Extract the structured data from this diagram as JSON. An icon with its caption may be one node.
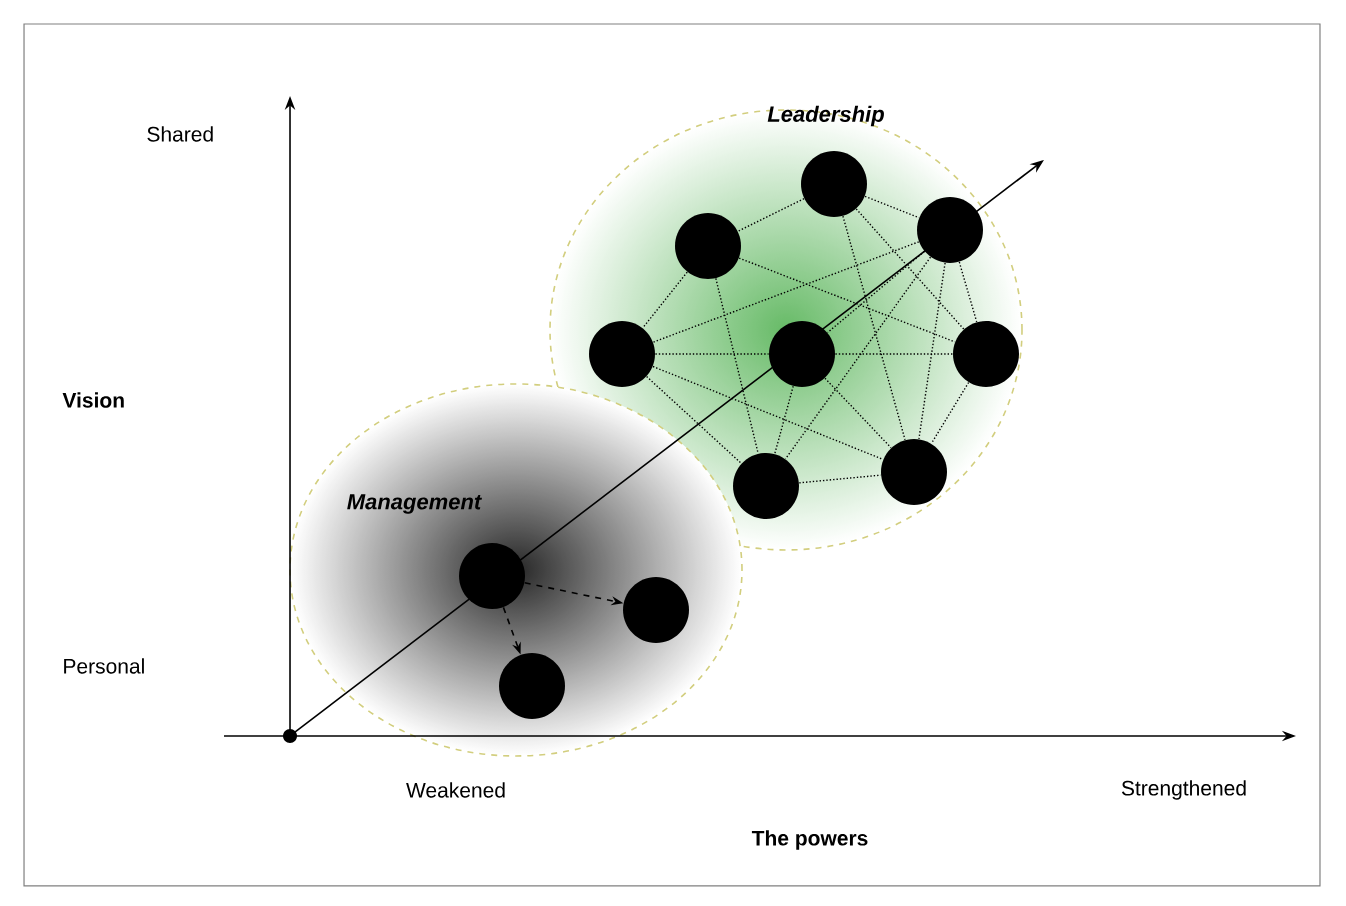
{
  "diagram": {
    "nodes": [
      {
        "text": [
          "Leadership"
        ]
      },
      {
        "text": [],
        "shape": "circle",
        "in": 0
      },
      {
        "text": [],
        "shape": "circle",
        "in": 0
      },
      {
        "text": [],
        "shape": "circle",
        "in": 0
      },
      {
        "text": [],
        "shape": "circle",
        "in": 0
      },
      {
        "text": [],
        "shape": "circle",
        "in": 0
      },
      {
        "text": [],
        "shape": "circle",
        "in": 0
      },
      {
        "text": [],
        "shape": "circle",
        "in": 0
      },
      {
        "text": [],
        "shape": "circle",
        "in": 0
      },
      {
        "text": [
          "Management"
        ]
      },
      {
        "text": [],
        "shape": "circle",
        "in": 9
      },
      {
        "text": [],
        "shape": "circle",
        "in": 9
      },
      {
        "text": [],
        "shape": "circle",
        "in": 9
      }
    ],
    "edges": [
      {
        "from": 1,
        "to": 2,
        "arrow": "none"
      },
      {
        "from": 1,
        "to": 3,
        "arrow": "none"
      },
      {
        "from": 1,
        "to": 8,
        "arrow": "none"
      },
      {
        "from": 1,
        "to": 6,
        "arrow": "none"
      },
      {
        "from": 2,
        "to": 4,
        "arrow": "none"
      },
      {
        "from": 2,
        "to": 6,
        "arrow": "none"
      },
      {
        "from": 2,
        "to": 7,
        "arrow": "none"
      },
      {
        "from": 3,
        "to": 4,
        "arrow": "none"
      },
      {
        "from": 3,
        "to": 5,
        "arrow": "none"
      },
      {
        "from": 3,
        "to": 6,
        "arrow": "none"
      },
      {
        "from": 3,
        "to": 7,
        "arrow": "none"
      },
      {
        "from": 3,
        "to": 8,
        "arrow": "none"
      },
      {
        "from": 4,
        "to": 5,
        "arrow": "none"
      },
      {
        "from": 4,
        "to": 7,
        "arrow": "none"
      },
      {
        "from": 4,
        "to": 8,
        "arrow": "none"
      },
      {
        "from": 5,
        "to": 6,
        "arrow": "none"
      },
      {
        "from": 5,
        "to": 7,
        "arrow": "none"
      },
      {
        "from": 5,
        "to": 8,
        "arrow": "none"
      },
      {
        "from": 6,
        "to": 8,
        "arrow": "none"
      },
      {
        "from": 7,
        "to": 8,
        "arrow": "none"
      },
      {
        "from": 10,
        "to": 11,
        "arrow": "to",
        "style": "dashed"
      },
      {
        "from": 10,
        "to": 12,
        "arrow": "to",
        "style": "dashed"
      }
    ],
    "labels": [
      "Shared",
      "Vision",
      "Personal",
      "Weakened",
      "The powers",
      "Strengthened"
    ]
  }
}
